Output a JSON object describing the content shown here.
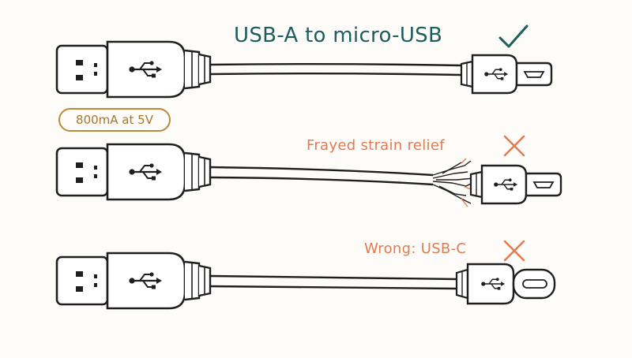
{
  "title": "USB-A to micro-USB",
  "spec_badge": "800mA at 5V",
  "rows": [
    {
      "status": "correct",
      "label": "",
      "end_connector": "micro-USB"
    },
    {
      "status": "wrong",
      "label": "Frayed strain relief",
      "end_connector": "micro-USB"
    },
    {
      "status": "wrong",
      "label": "Wrong: USB-C",
      "end_connector": "USB-C"
    }
  ],
  "icons": {
    "correct": "check-mark-icon",
    "wrong": "x-mark-icon",
    "usb": "usb-trident-icon"
  },
  "colors": {
    "ink": "#1f1f1f",
    "teal": "#1e5d5f",
    "orange": "#e07b52",
    "badge": "#b98a3a",
    "background": "#fdfcf8"
  }
}
